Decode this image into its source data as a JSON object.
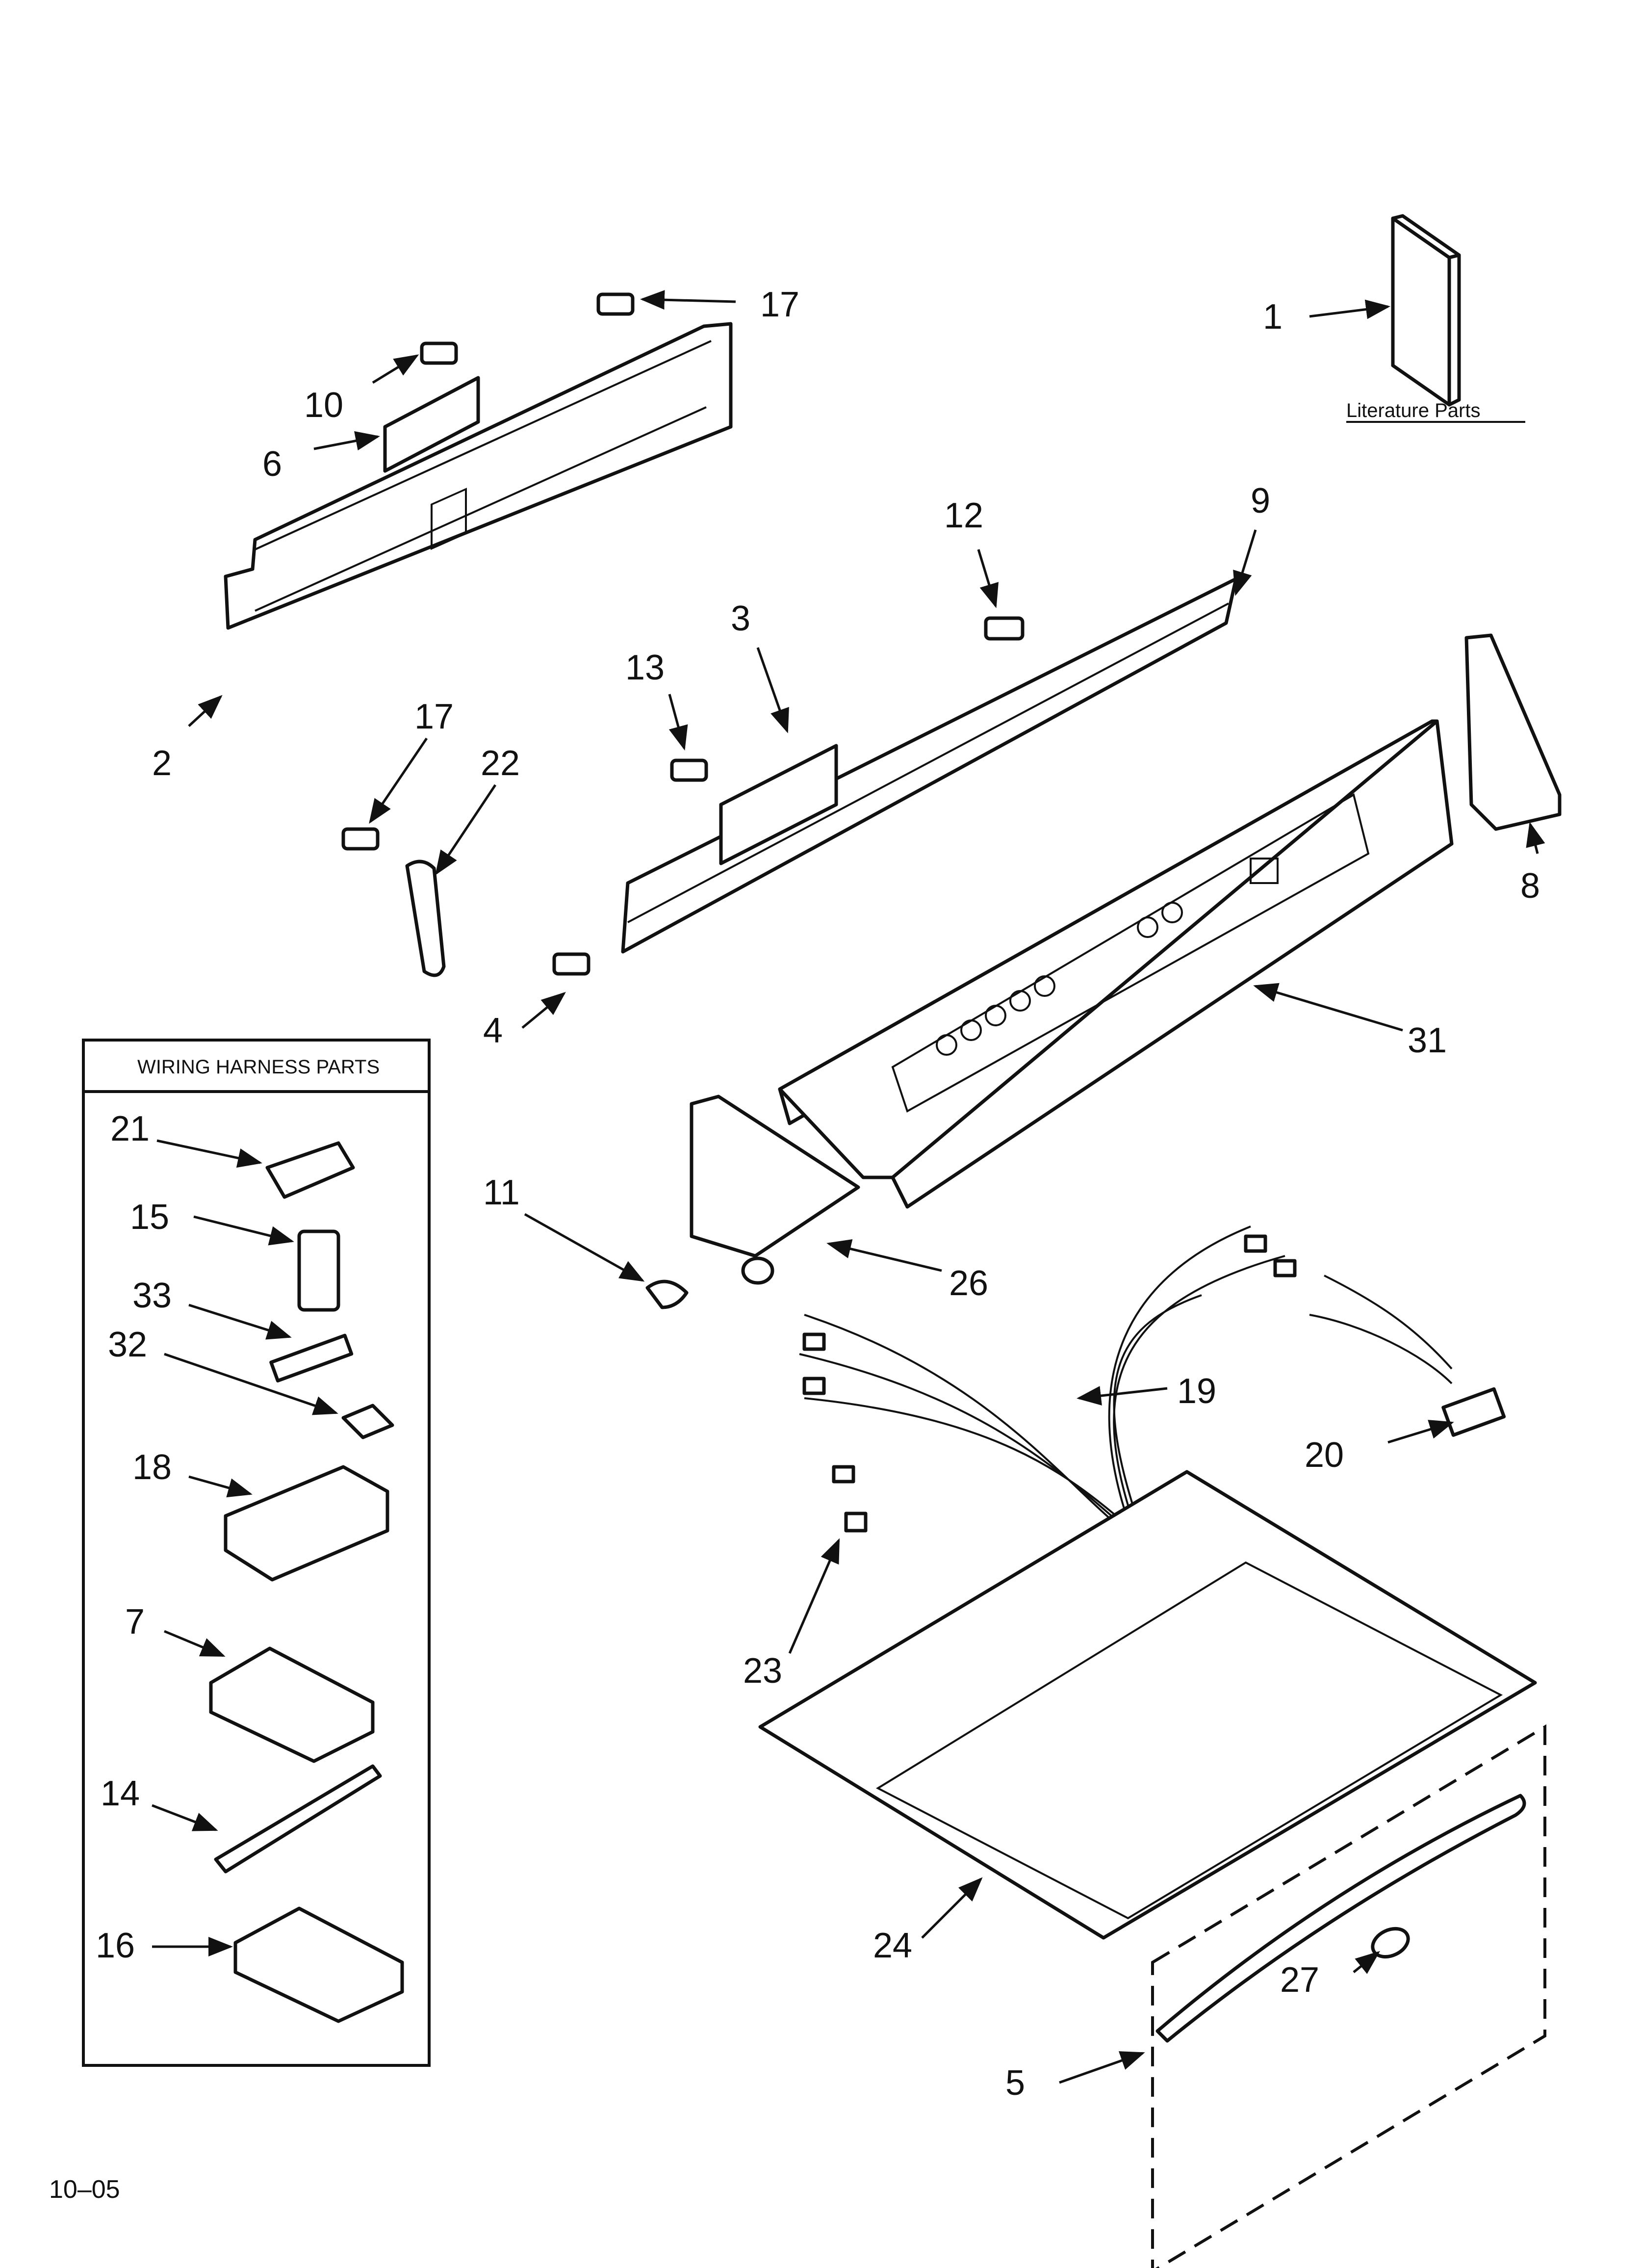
{
  "literature": {
    "label": "Literature Parts"
  },
  "harness_box": {
    "title": "WIRING HARNESS PARTS"
  },
  "footer": {
    "date_code": "10–05"
  },
  "callouts": {
    "c1": "1",
    "c2": "2",
    "c3": "3",
    "c4": "4",
    "c5": "5",
    "c6": "6",
    "c7": "7",
    "c8": "8",
    "c9": "9",
    "c10": "10",
    "c11": "11",
    "c12": "12",
    "c13": "13",
    "c14": "14",
    "c15": "15",
    "c16": "16",
    "c17a": "17",
    "c17b": "17",
    "c18": "18",
    "c19": "19",
    "c20": "20",
    "c21": "21",
    "c22": "22",
    "c23": "23",
    "c24": "24",
    "c26": "26",
    "c27": "27",
    "c31": "31",
    "c32": "32",
    "c33": "33"
  }
}
